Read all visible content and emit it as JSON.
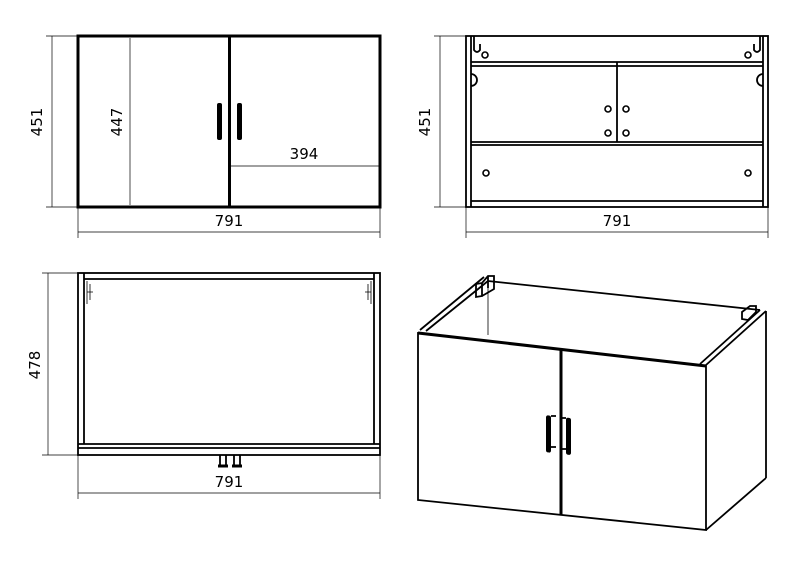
{
  "views": {
    "front": {
      "height_outer": "451",
      "height_door": "447",
      "door_width": "394",
      "width": "791"
    },
    "back": {
      "height": "451",
      "width": "791"
    },
    "top": {
      "depth": "478",
      "width": "791"
    },
    "isometric": {}
  }
}
